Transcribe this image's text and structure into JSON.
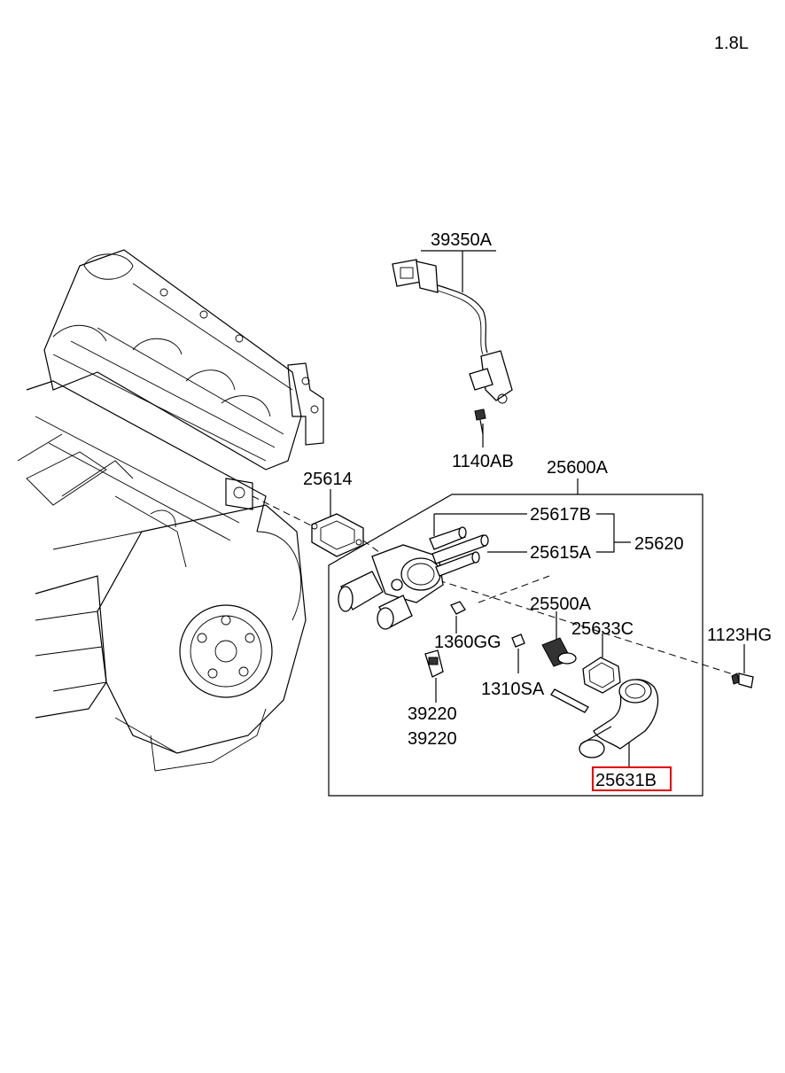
{
  "engine_spec": "1.8L",
  "parts": {
    "sensor": "39350A",
    "sensor_bolt": "1140AB",
    "assembly": "25600A",
    "gasket_front": "25614",
    "pipe_upper": "25617B",
    "pipe_lower": "25615A",
    "pipe_assy": "25620",
    "thermostat": "25500A",
    "gasket_thermostat": "25633C",
    "bolt_right": "1123HG",
    "nut": "1360GG",
    "stud": "1310SA",
    "temp_sensor_a": "39220",
    "temp_sensor_b": "39220",
    "outlet_fitting": "25631B"
  },
  "highlight": {
    "part": "25631B",
    "color": "#e00000"
  }
}
